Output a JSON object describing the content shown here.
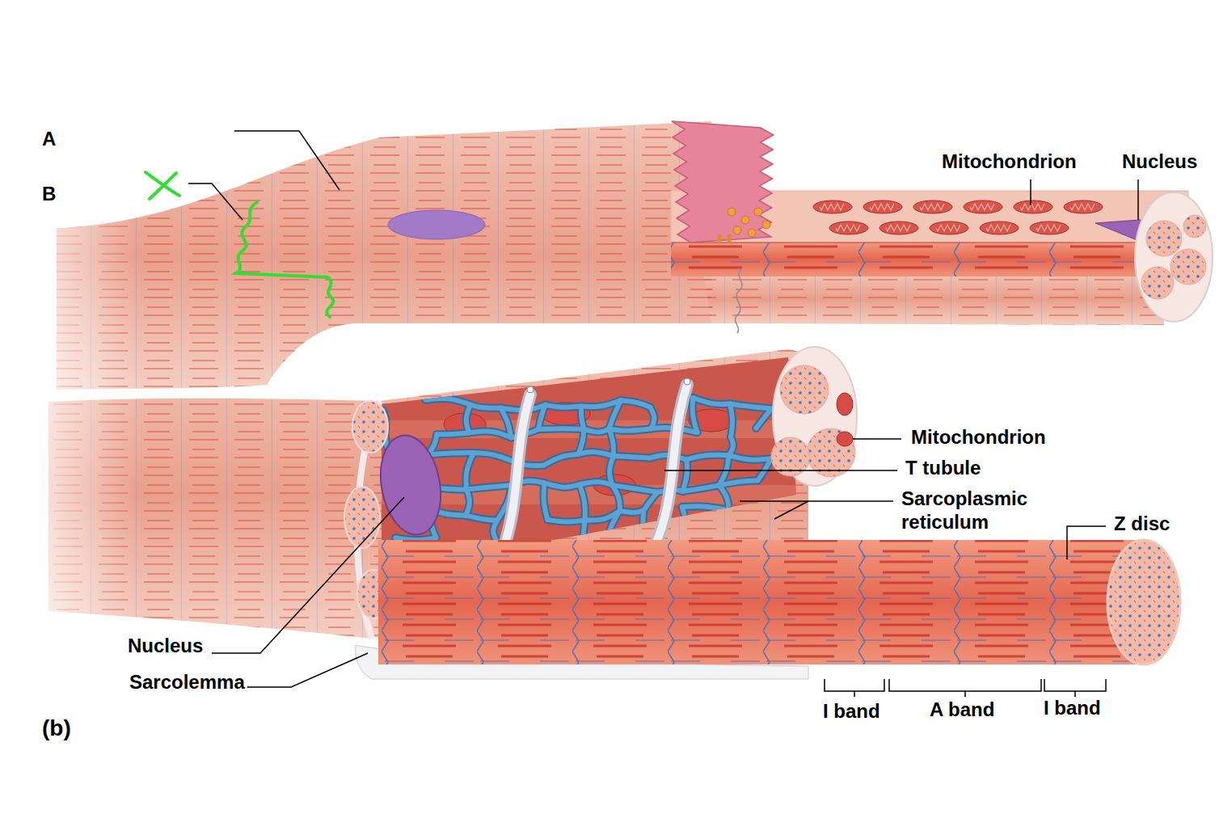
{
  "diagram": {
    "labels": [
      "A",
      "B",
      "Mitochondrion",
      "Nucleus",
      "Mitochondrion",
      "T tubule",
      "Sarcoplasmic reticulum",
      "Z disc",
      "Nucleus",
      "Sarcolemma",
      "I band",
      "A band",
      "I band",
      "(b)"
    ]
  }
}
